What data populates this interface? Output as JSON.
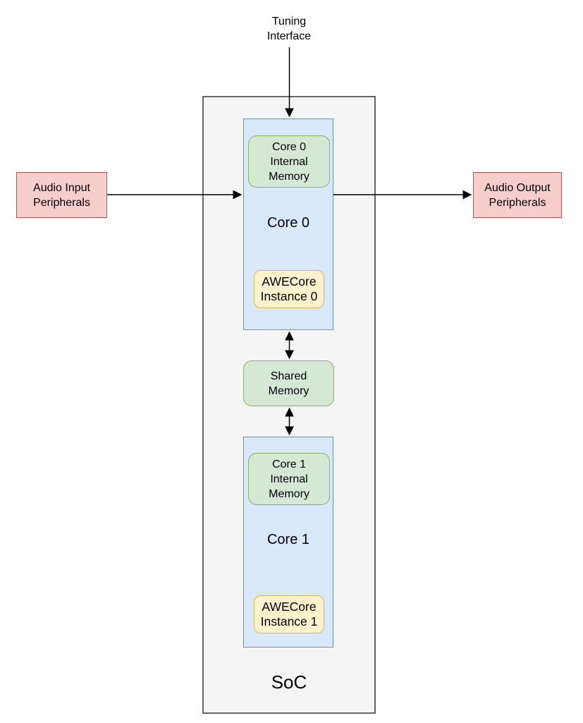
{
  "palette": {
    "blue": {
      "fill": "#dae8fc",
      "stroke": "#6c8ebf"
    },
    "green": {
      "fill": "#d5e8d4",
      "stroke": "#82b366"
    },
    "yellow": {
      "fill": "#fff2cc",
      "stroke": "#d6b656"
    },
    "red": {
      "fill": "#f8cecc",
      "stroke": "#b85450"
    },
    "gray": {
      "fill": "#f5f5f5",
      "stroke": "#666666"
    },
    "arrow": {
      "fill": "#000000",
      "stroke": "#000000"
    }
  },
  "diagram": {
    "tuning_interface": {
      "lines": [
        "Tuning",
        "Interface"
      ]
    },
    "audio_input": {
      "lines": [
        "Audio Input",
        "Peripherals"
      ]
    },
    "audio_output": {
      "lines": [
        "Audio Output",
        "Peripherals"
      ]
    },
    "soc": {
      "label": "SoC"
    },
    "core0": {
      "label": "Core 0",
      "internal_memory": {
        "lines": [
          "Core 0",
          "Internal",
          "Memory"
        ]
      },
      "awecore": {
        "lines": [
          "AWECore",
          "Instance 0"
        ]
      }
    },
    "shared_memory": {
      "lines": [
        "Shared",
        "Memory"
      ]
    },
    "core1": {
      "label": "Core 1",
      "internal_memory": {
        "lines": [
          "Core 1",
          "Internal",
          "Memory"
        ]
      },
      "awecore": {
        "lines": [
          "AWECore",
          "Instance 1"
        ]
      }
    }
  }
}
